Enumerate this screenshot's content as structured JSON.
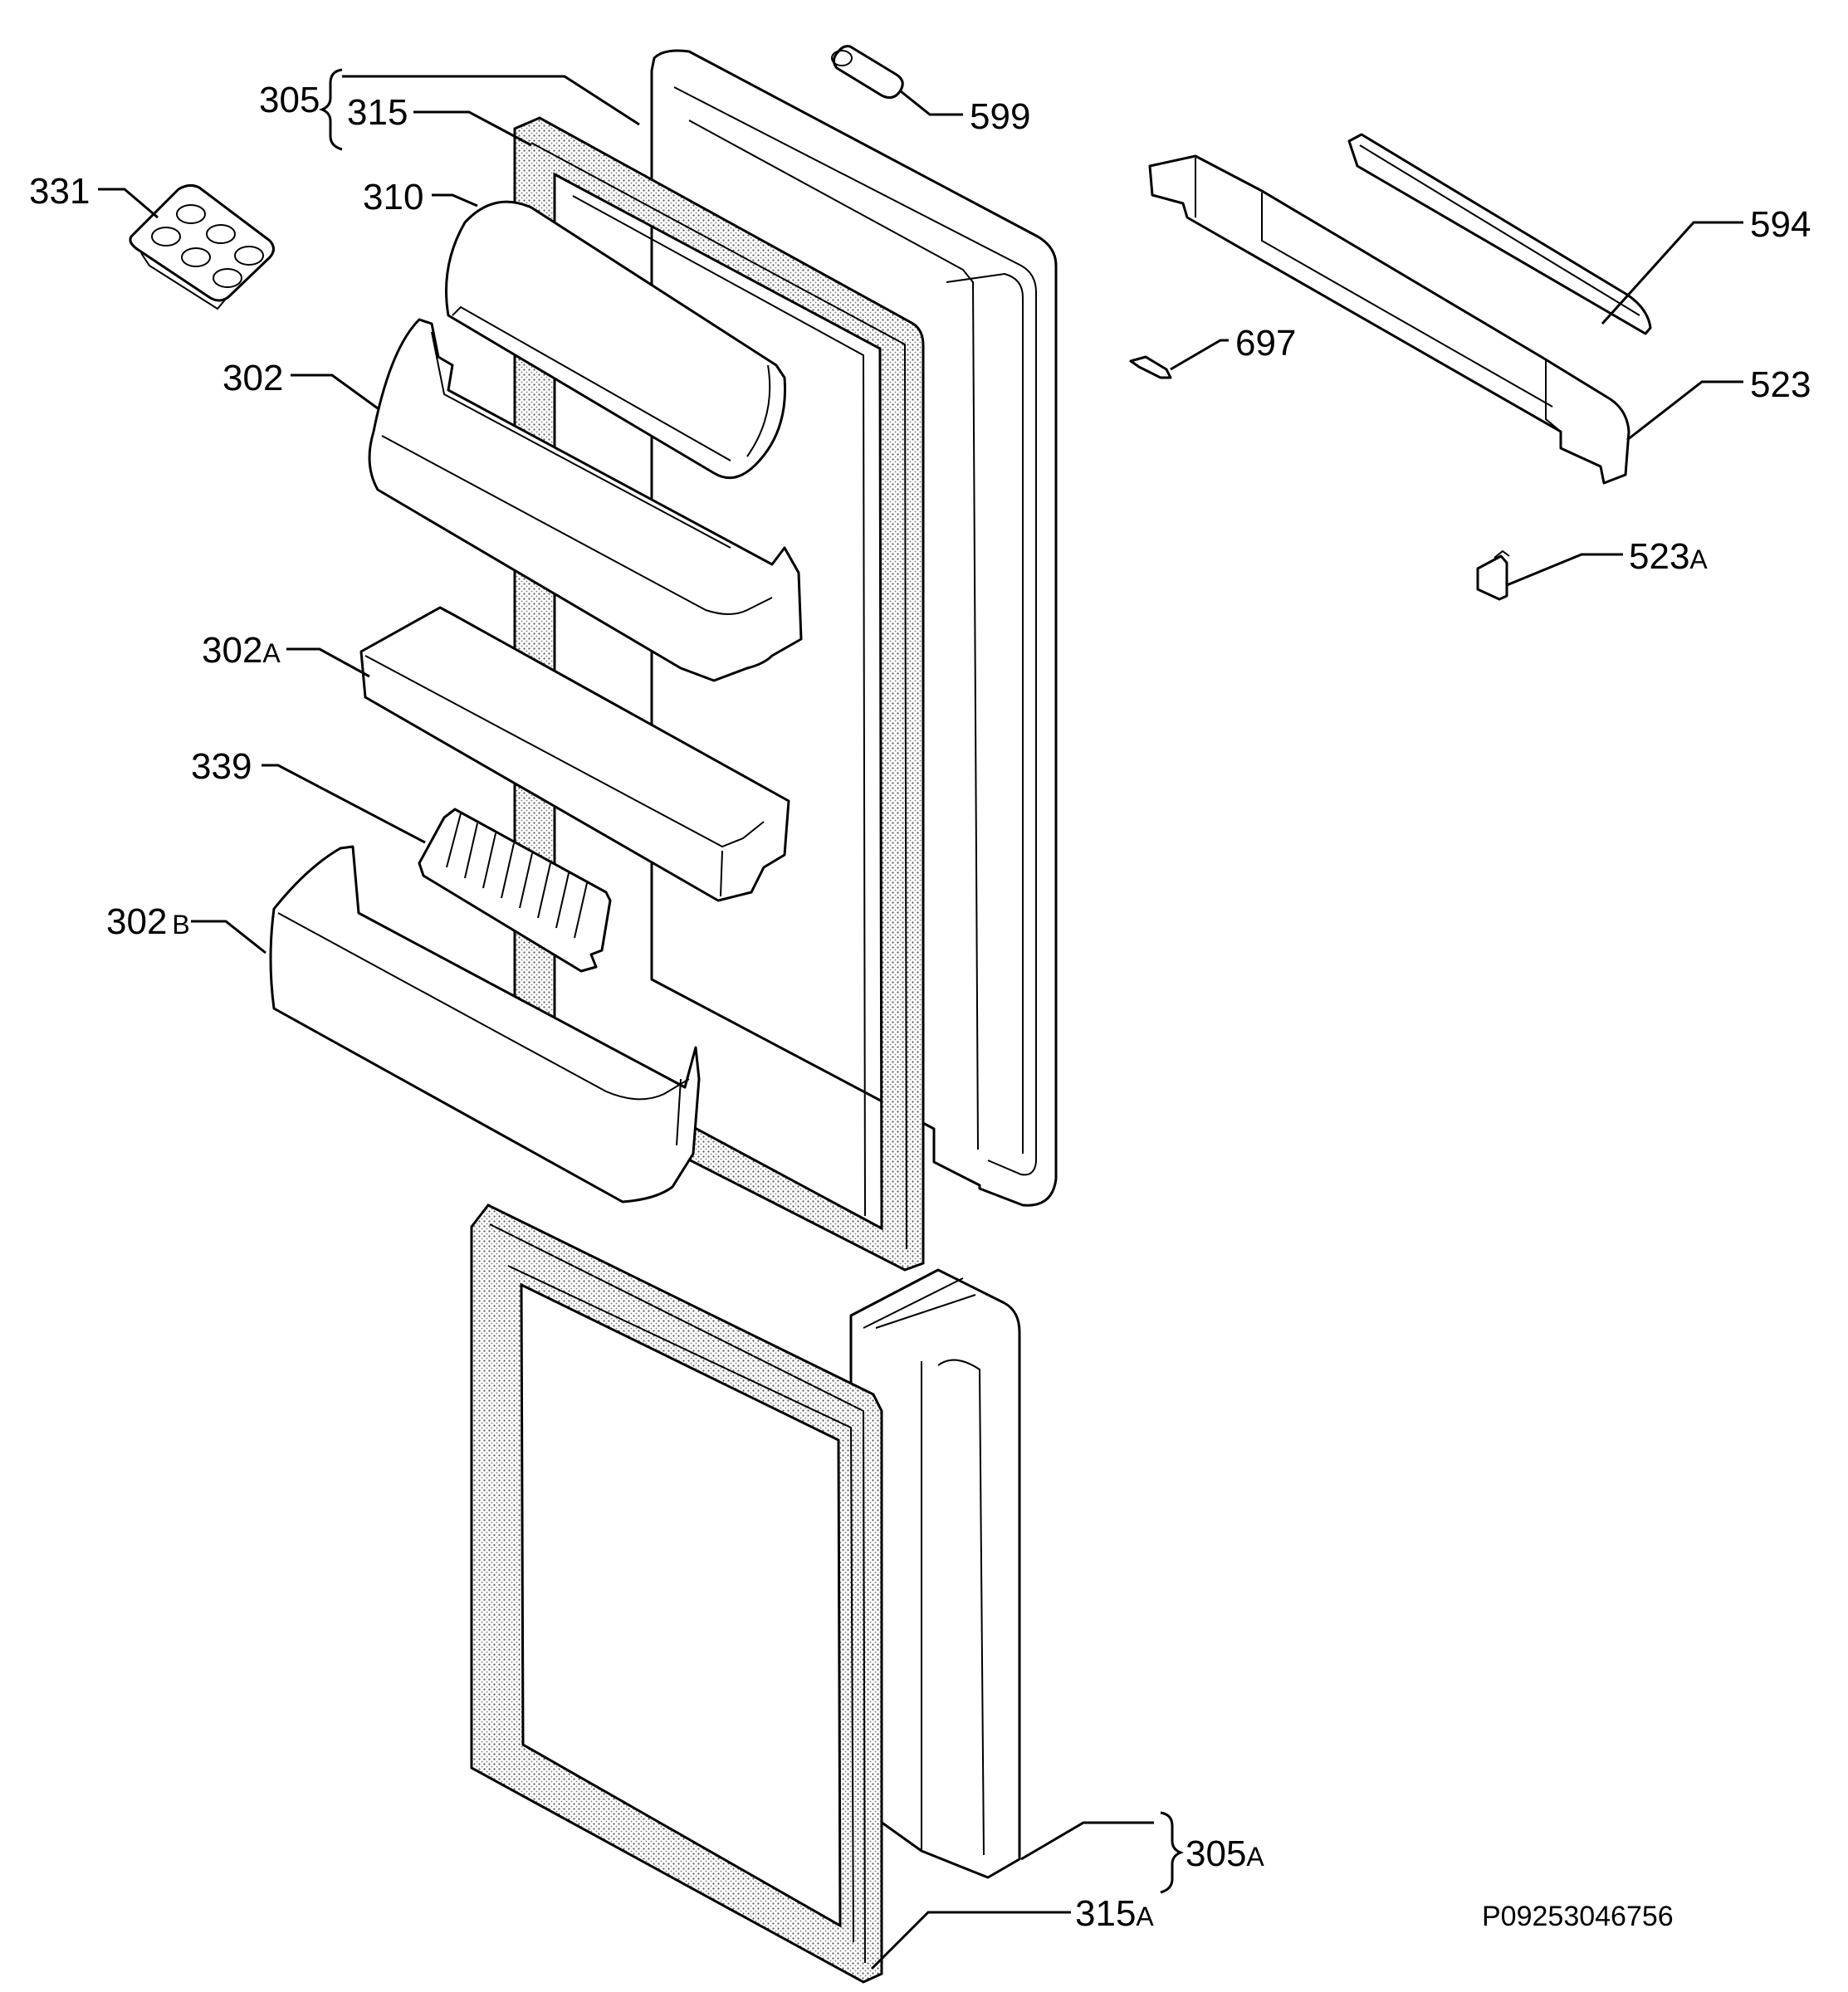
{
  "diagram": {
    "labels": {
      "l305": "305",
      "l315": "315",
      "l599": "599",
      "l331": "331",
      "l310": "310",
      "l594": "594",
      "l697": "697",
      "l302": "302",
      "l523": "523",
      "l523a_num": "523",
      "l523a_sub": "A",
      "l302a_num": "302",
      "l302a_sub": "A",
      "l339": "339",
      "l302b_num": "302",
      "l302b_sub": "B",
      "l305a_num": "305",
      "l305a_sub": "A",
      "l315a_num": "315",
      "l315a_sub": "A"
    },
    "code": "P09253046756"
  }
}
